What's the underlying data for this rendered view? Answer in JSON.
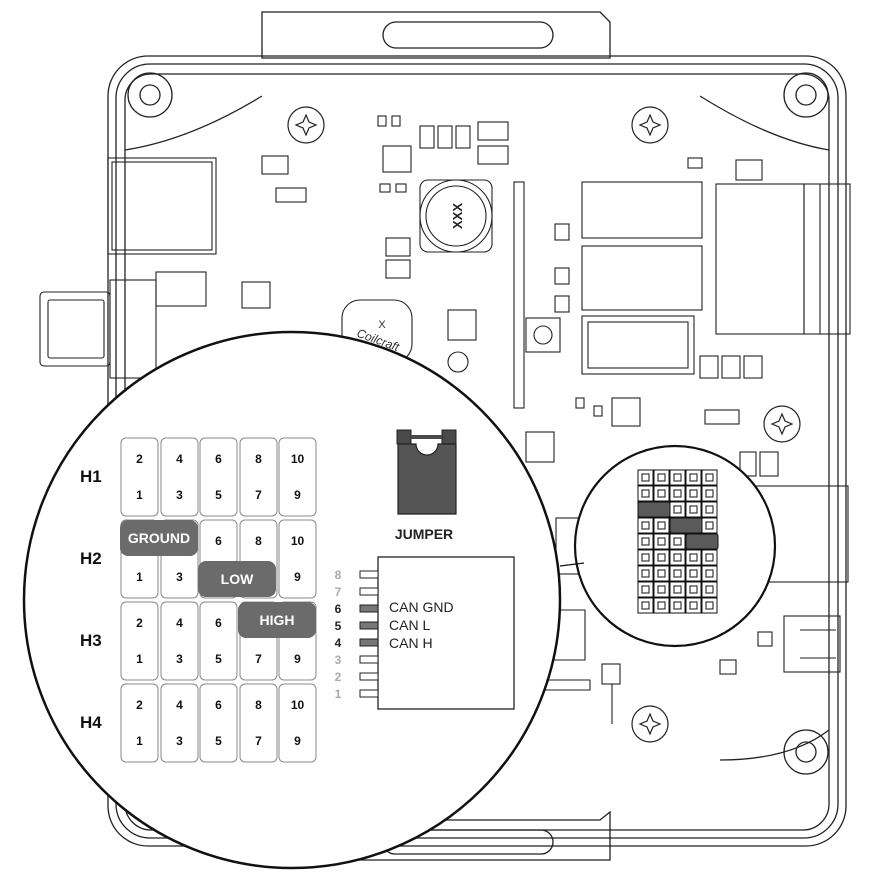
{
  "headers": [
    {
      "id": "h1",
      "label": "H1"
    },
    {
      "id": "h2",
      "label": "H2"
    },
    {
      "id": "h3",
      "label": "H3"
    },
    {
      "id": "h4",
      "label": "H4"
    }
  ],
  "pin_labels": {
    "h1": {
      "top": [
        "2",
        "4",
        "6",
        "8",
        "10"
      ],
      "bottom": [
        "1",
        "3",
        "5",
        "7",
        "9"
      ]
    },
    "h2": {
      "top": [
        "",
        "",
        "6",
        "8",
        "10"
      ],
      "bottom": [
        "1",
        "3",
        "",
        "",
        "9"
      ]
    },
    "h3": {
      "top": [
        "2",
        "4",
        "6",
        "",
        ""
      ],
      "bottom": [
        "1",
        "3",
        "5",
        "7",
        "9"
      ]
    },
    "h4": {
      "top": [
        "2",
        "4",
        "6",
        "8",
        "10"
      ],
      "bottom": [
        "1",
        "3",
        "5",
        "7",
        "9"
      ]
    }
  },
  "jumper_settings": {
    "ground": "GROUND",
    "low": "LOW",
    "high": "HIGH"
  },
  "jumper": {
    "label": "JUMPER"
  },
  "connector": {
    "pin_numbers": [
      "8",
      "7",
      "6",
      "5",
      "4",
      "3",
      "2",
      "1"
    ],
    "signals": {
      "p6": "CAN GND",
      "p5": "CAN L",
      "p4": "CAN H"
    }
  },
  "board_marking": {
    "part_text": "XXX",
    "coil_text": "Coilcraft",
    "coil_mark": "X"
  },
  "colors": {
    "pill": "#6b6b6b",
    "line": "#222222",
    "muted": "#aaaaaa",
    "pin_fill": "#5a5a5a"
  }
}
